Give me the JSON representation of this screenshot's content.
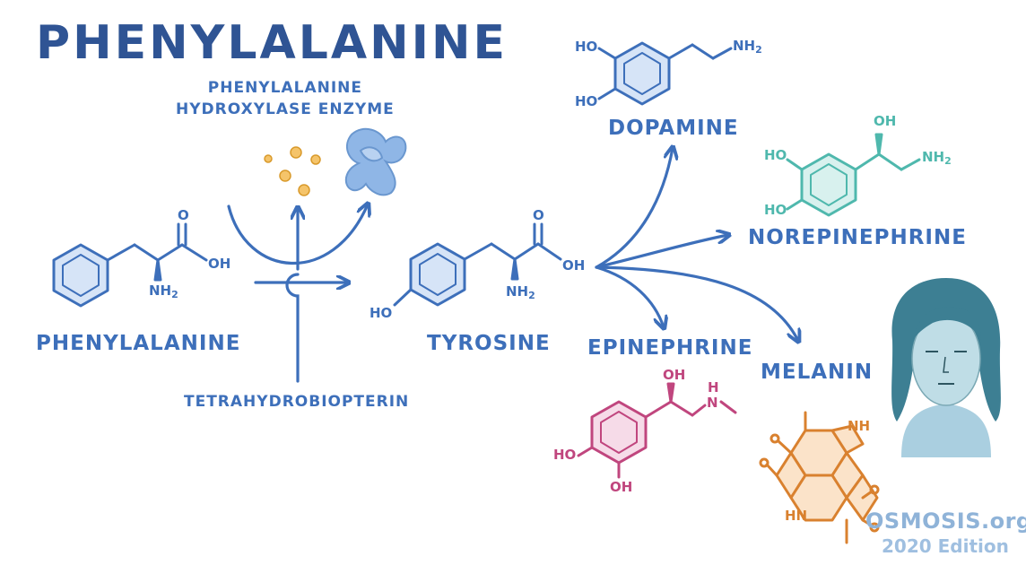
{
  "title": "PHENYLALANINE",
  "enzyme": {
    "line1": "PHENYLALANINE",
    "line2": "HYDROXYLASE ENZYME"
  },
  "cofactor": "TETRAHYDROBIOPTERIN",
  "molecules": {
    "phenylalanine": {
      "name": "PHENYLALANINE",
      "o": "O",
      "oh": "OH",
      "nh2": "NH",
      "nh2_sub": "2"
    },
    "tyrosine": {
      "name": "TYROSINE",
      "o": "O",
      "oh": "OH",
      "nh2": "NH",
      "nh2_sub": "2",
      "ho": "HO"
    },
    "dopamine": {
      "name": "DOPAMINE",
      "ho1": "HO",
      "ho2": "HO",
      "nh2": "NH",
      "nh2_sub": "2"
    },
    "norepinephrine": {
      "name": "NOREPINEPHRINE",
      "oh": "OH",
      "ho1": "HO",
      "ho2": "HO",
      "nh2": "NH",
      "nh2_sub": "2"
    },
    "epinephrine": {
      "name": "EPINEPHRINE",
      "oh": "OH",
      "h": "H",
      "n": "N",
      "ho1": "HO",
      "ho2": "OH"
    },
    "melanin": {
      "name": "MELANIN",
      "nh1": "NH",
      "nh2": "HN"
    }
  },
  "branding": {
    "logo": "OSMOSIS.org",
    "edition": "2020 Edition"
  },
  "colors": {
    "title": "#2f5494",
    "primary": "#3d6fba",
    "ring_fill": "#d6e4f7",
    "norepinephrine": "#4fb8ad",
    "epinephrine": "#c0467e",
    "melanin": "#d9812f",
    "face": "#7aa8b4",
    "hair": "#3d7f93",
    "dots": "#f2b64c"
  }
}
